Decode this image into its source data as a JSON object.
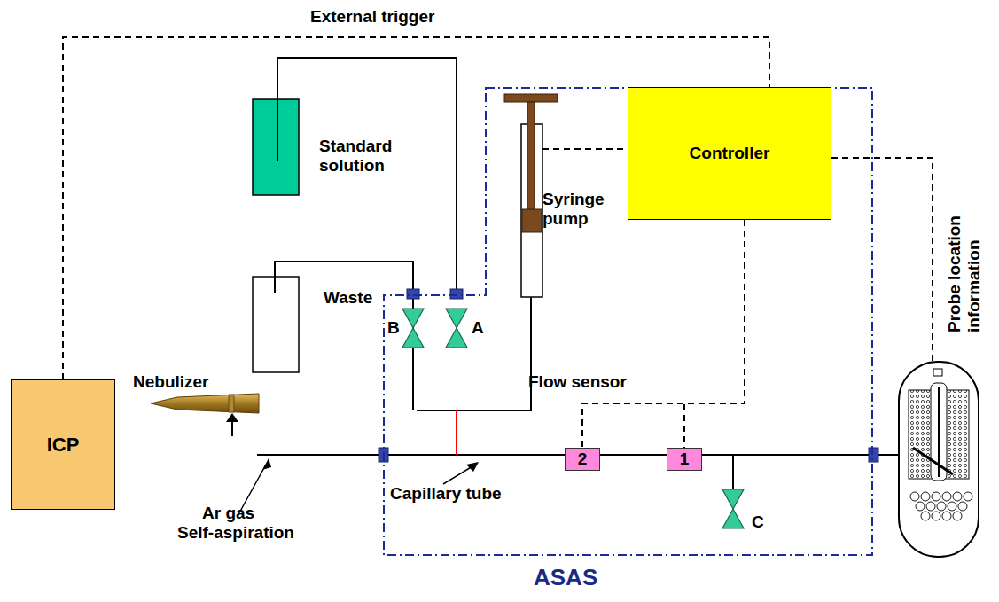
{
  "diagram": {
    "nodes": [
      {
        "text": [
          "ICP"
        ]
      },
      {
        "text": [
          "ASAS"
        ]
      },
      {
        "text": [
          "Controller"
        ],
        "in": 1
      },
      {
        "text": [
          "2"
        ],
        "in": 1
      },
      {
        "text": [
          "1"
        ],
        "in": 1
      }
    ],
    "edges": [
      {
        "from": 0,
        "to": 2,
        "arrow": "none"
      },
      {
        "from": 2,
        "to": 3,
        "arrow": "none"
      },
      {
        "from": 2,
        "to": 4,
        "arrow": "none"
      }
    ],
    "labels": [
      "External trigger",
      "Standard solution",
      "Syringe pump",
      "Waste",
      "B",
      "A",
      "Flow sensor",
      "Nebulizer",
      "Capillary tube",
      "C",
      "Ar gas",
      "Self-aspiration",
      "Probe location information"
    ]
  }
}
